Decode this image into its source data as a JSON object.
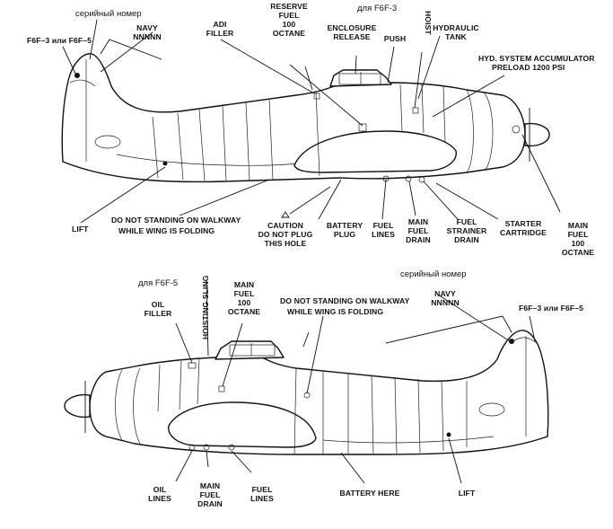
{
  "top": {
    "labels": {
      "serial_ru": "серийный номер",
      "navy": "NAVY",
      "nnnnn": "NNNNN",
      "f6f_versions": "F6F–3 или F6F–5",
      "adi_1": "ADI",
      "adi_2": "FILLER",
      "reserve_1": "RESERVE",
      "reserve_2": "FUEL",
      "reserve_3": "100",
      "reserve_4": "OCTANE",
      "enclosure_1": "ENCLOSURE",
      "enclosure_2": "RELEASE",
      "for_f6f3": "для F6F-3",
      "hoist": "HOIST",
      "push": "PUSH",
      "hydraulic_1": "HYDRAULIC",
      "hydraulic_2": "TANK",
      "accum_1": "HYD. SYSTEM ACCUMULATOR",
      "accum_2": "PRELOAD 1200 PSI",
      "lift": "LIFT",
      "walkway_1": "DO NOT STANDING ON WALKWAY",
      "walkway_2": "WHILE WING IS FOLDING",
      "caution_1": "CAUTION",
      "caution_2": "DO NOT PLUG",
      "caution_3": "THIS HOLE",
      "battery_1": "BATTERY",
      "battery_2": "PLUG",
      "fuel_lines_1": "FUEL",
      "fuel_lines_2": "LINES",
      "main_drain_1": "MAIN",
      "main_drain_2": "FUEL",
      "main_drain_3": "DRAIN",
      "strainer_1": "FUEL",
      "strainer_2": "STRAINER",
      "strainer_3": "DRAIN",
      "starter_1": "STARTER",
      "starter_2": "CARTRIDGE",
      "mainfuel_1": "MAIN",
      "mainfuel_2": "FUEL",
      "mainfuel_3": "100",
      "mainfuel_4": "OCTANE"
    }
  },
  "bottom": {
    "labels": {
      "for_f6f5": "для F6F-5",
      "hoisting_sling": "HOISTING SLING",
      "oil_filler_1": "OIL",
      "oil_filler_2": "FILLER",
      "mainfuel_1": "MAIN",
      "mainfuel_2": "FUEL",
      "mainfuel_3": "100",
      "mainfuel_4": "OCTANE",
      "walkway_1": "DO NOT STANDING ON WALKWAY",
      "walkway_2": "WHILE WING IS FOLDING",
      "serial_ru": "серийный номер",
      "navy": "NAVY",
      "nnnnn": "NNNNN",
      "f6f_versions": "F6F–3 или F6F–5",
      "oil_lines_1": "OIL",
      "oil_lines_2": "LINES",
      "main_drain_1": "MAIN",
      "main_drain_2": "FUEL",
      "main_drain_3": "DRAIN",
      "fuel_lines_1": "FUEL",
      "fuel_lines_2": "LINES",
      "battery_here": "BATTERY HERE",
      "lift": "LIFT"
    }
  }
}
